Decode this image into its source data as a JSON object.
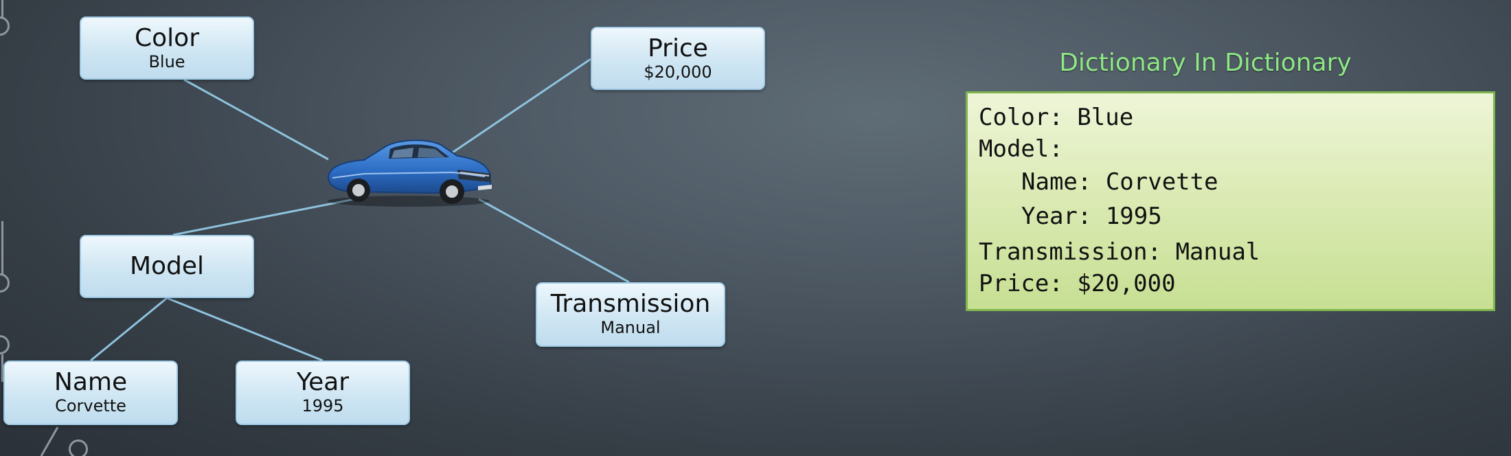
{
  "diagram": {
    "nodes": {
      "color": {
        "title": "Color",
        "value": "Blue"
      },
      "price": {
        "title": "Price",
        "value": "$20,000"
      },
      "model": {
        "title": "Model"
      },
      "transmission": {
        "title": "Transmission",
        "value": "Manual"
      },
      "name": {
        "title": "Name",
        "value": "Corvette"
      },
      "year": {
        "title": "Year",
        "value": "1995"
      }
    },
    "center_icon": "car-icon",
    "edge_color": "#8fc3de"
  },
  "dictionary": {
    "title": "Dictionary In Dictionary",
    "title_color": "#8ee884",
    "lines": [
      "Color: Blue",
      "Model:",
      "Name: Corvette",
      "Year: 1995",
      "Transmission: Manual",
      "Price: $20,000"
    ]
  }
}
